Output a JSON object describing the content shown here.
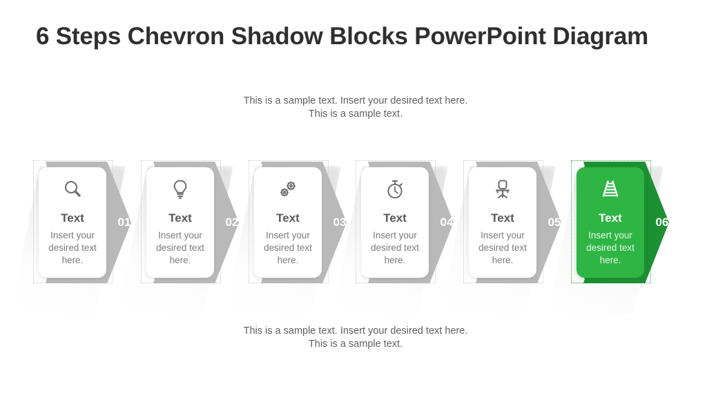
{
  "slide": {
    "title": "6 Steps Chevron Shadow Blocks PowerPoint Diagram",
    "caption_top": "This is a sample text. Insert your desired text here. This is a sample text.",
    "caption_bottom": "This is a sample text. Insert your desired text here. This is a sample text."
  },
  "colors": {
    "title_text": "#2f2f2f",
    "caption_text": "#5f5f5f",
    "chevron_gray": "#b9b9b9",
    "dotted_gray": "#c9c9c9",
    "card_white": "#ffffff",
    "heading_gray": "#59595b",
    "body_gray": "#7b7b7d",
    "accent_green": "#2eb544",
    "accent_green_dark": "#1d9033",
    "accent_green_dotted": "#2aa33c",
    "number_white": "#ffffff"
  },
  "steps": [
    {
      "number": "01",
      "icon": "magnifier-icon",
      "heading": "Text",
      "body": "Insert your desired text here.",
      "active": false
    },
    {
      "number": "02",
      "icon": "lightbulb-icon",
      "heading": "Text",
      "body": "Insert your desired text here.",
      "active": false
    },
    {
      "number": "03",
      "icon": "gears-icon",
      "heading": "Text",
      "body": "Insert your desired text here.",
      "active": false
    },
    {
      "number": "04",
      "icon": "stopwatch-icon",
      "heading": "Text",
      "body": "Insert your desired text here.",
      "active": false
    },
    {
      "number": "05",
      "icon": "office-chair-icon",
      "heading": "Text",
      "body": "Insert your desired text here.",
      "active": false
    },
    {
      "number": "06",
      "icon": "railroad-track-icon",
      "heading": "Text",
      "body": "Insert your desired text here.",
      "active": true
    }
  ],
  "layout": {
    "step_left_positions": [
      48,
      204,
      360,
      515,
      671,
      827
    ]
  }
}
